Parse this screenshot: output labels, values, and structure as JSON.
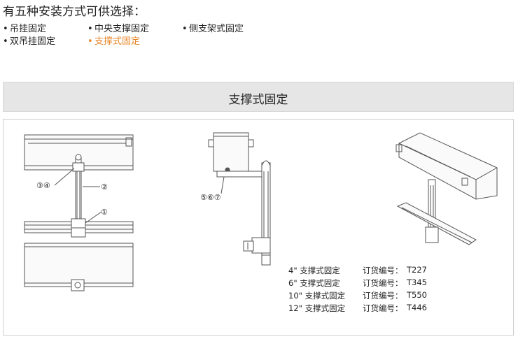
{
  "header": {
    "title": "有五种安装方式可供选择："
  },
  "options": [
    {
      "bullet": "•",
      "label": "吊挂固定",
      "active": false
    },
    {
      "bullet": "•",
      "label": "中央支撑固定",
      "active": false
    },
    {
      "bullet": "•",
      "label": "侧支架式固定",
      "active": false
    },
    {
      "bullet": "•",
      "label": "双吊挂固定",
      "active": false
    },
    {
      "bullet": "•",
      "label": "支撑式固定",
      "active": true
    }
  ],
  "section": {
    "title": "支撑式固定"
  },
  "callouts": {
    "c34": "③④",
    "c2": "②",
    "c1": "①",
    "c567": "⑤⑥⑦"
  },
  "orders": [
    {
      "size": "4\" 支撑式固定",
      "label": "订货编号：",
      "code": "T227"
    },
    {
      "size": "6\" 支撑式固定",
      "label": "订货编号：",
      "code": "T345"
    },
    {
      "size": "10\" 支撑式固定",
      "label": "订货编号：",
      "code": "T550"
    },
    {
      "size": "12\" 支撑式固定",
      "label": "订货编号：",
      "code": "T446"
    }
  ],
  "colors": {
    "accent": "#e8872a",
    "banner_bg": "#e6e6e6",
    "line": "#555555"
  }
}
